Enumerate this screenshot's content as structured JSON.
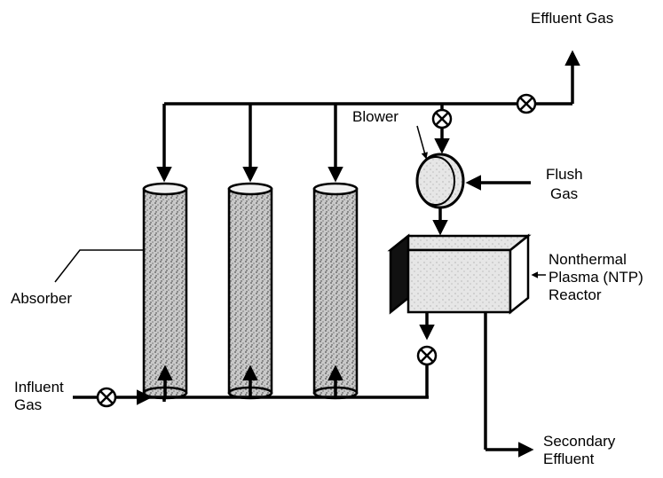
{
  "labels": {
    "effluent_gas": "Effluent Gas",
    "blower": "Blower",
    "flush_gas_line1": "Flush",
    "flush_gas_line2": "Gas",
    "ntp_line1": "Nonthermal",
    "ntp_line2": "Plasma (NTP)",
    "ntp_line3": "Reactor",
    "absorber": "Absorber",
    "influent_line1": "Influent",
    "influent_line2": "Gas",
    "secondary_line1": "Secondary",
    "secondary_line2": "Effluent"
  },
  "colors": {
    "ink": "#000000",
    "fill_speckle": "#9a9a9a",
    "fill_light": "#d8d8d8",
    "reactor_side": "#111111"
  },
  "icon_names": {
    "valve": "valve-icon",
    "blower": "blower-icon",
    "absorber": "absorber-column-icon",
    "reactor": "ntp-reactor-icon"
  }
}
